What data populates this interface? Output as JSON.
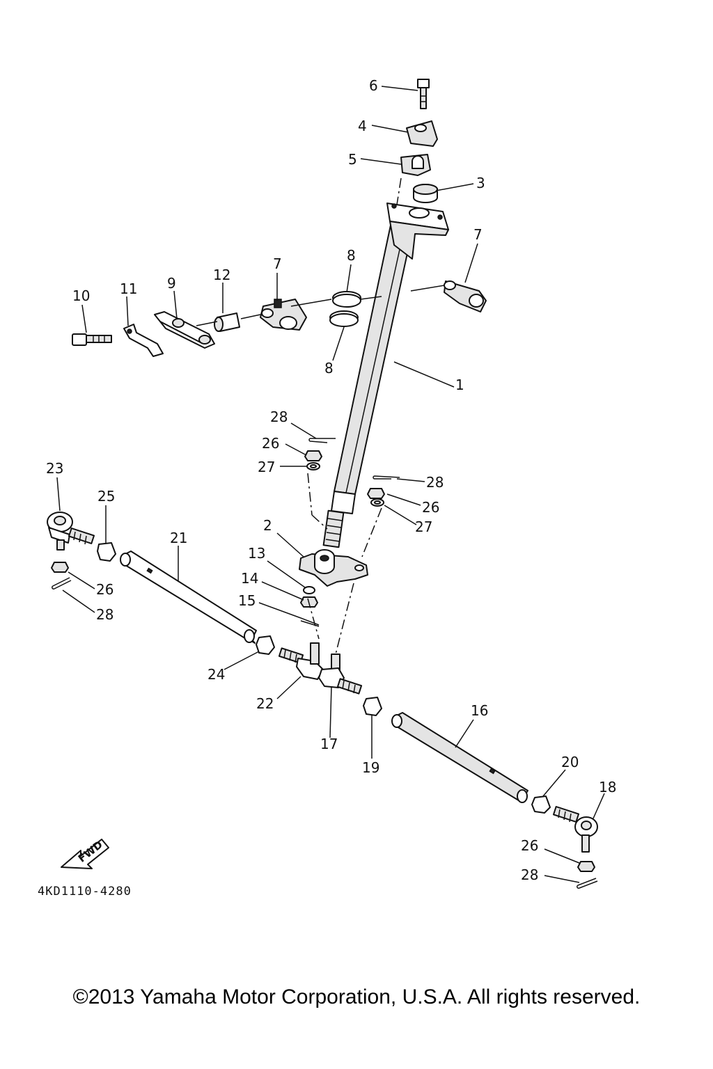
{
  "diagram": {
    "part_labels": [
      "1",
      "2",
      "3",
      "4",
      "5",
      "6",
      "7",
      "7",
      "8",
      "8",
      "9",
      "10",
      "11",
      "12",
      "13",
      "14",
      "15",
      "16",
      "17",
      "18",
      "19",
      "20",
      "21",
      "22",
      "23",
      "24",
      "25",
      "26",
      "26",
      "26",
      "26",
      "27",
      "27",
      "28",
      "28",
      "28",
      "28"
    ],
    "fwd_label": "FWD",
    "drawing_code": "4KD1110-4280"
  },
  "footer": {
    "copyright": "©2013 Yamaha Motor Corporation, U.S.A. All rights reserved."
  }
}
